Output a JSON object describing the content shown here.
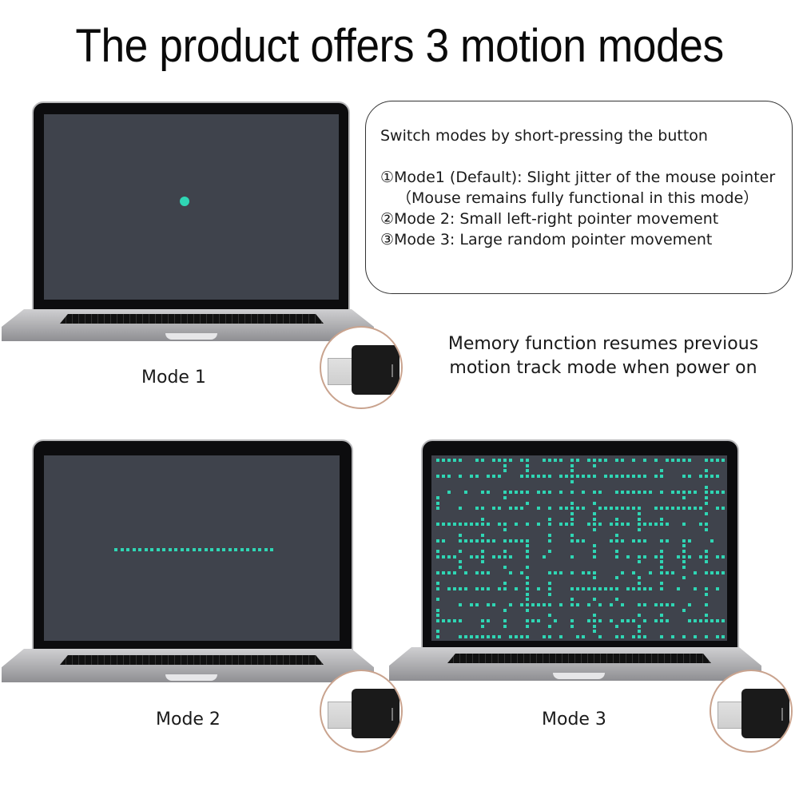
{
  "title": "The product offers 3 motion modes",
  "info_box": {
    "heading": "Switch modes by short-pressing the button",
    "lines": [
      "①Mode1 (Default): Slight jitter of the mouse pointer",
      "（Mouse remains fully functional in this mode）",
      "②Mode 2: Small left-right pointer movement",
      "③Mode 3: Large random pointer movement"
    ]
  },
  "memory_note": {
    "line1": "Memory function resumes previous",
    "line2": "motion track mode when power on"
  },
  "modes": [
    {
      "label": "Mode 1",
      "screen_pattern": "single-dot-jitter"
    },
    {
      "label": "Mode 2",
      "screen_pattern": "horizontal-dotted-line"
    },
    {
      "label": "Mode 3",
      "screen_pattern": "random-maze-path"
    }
  ],
  "colors": {
    "pointer_trail": "#2fd6b4",
    "screen_bg": "#3f434c",
    "bezel": "#0c0c0e",
    "dongle_ring": "#c9a38e"
  },
  "icons": [
    "laptop-icon",
    "usb-c-dongle-icon",
    "pointer-dot-icon"
  ]
}
